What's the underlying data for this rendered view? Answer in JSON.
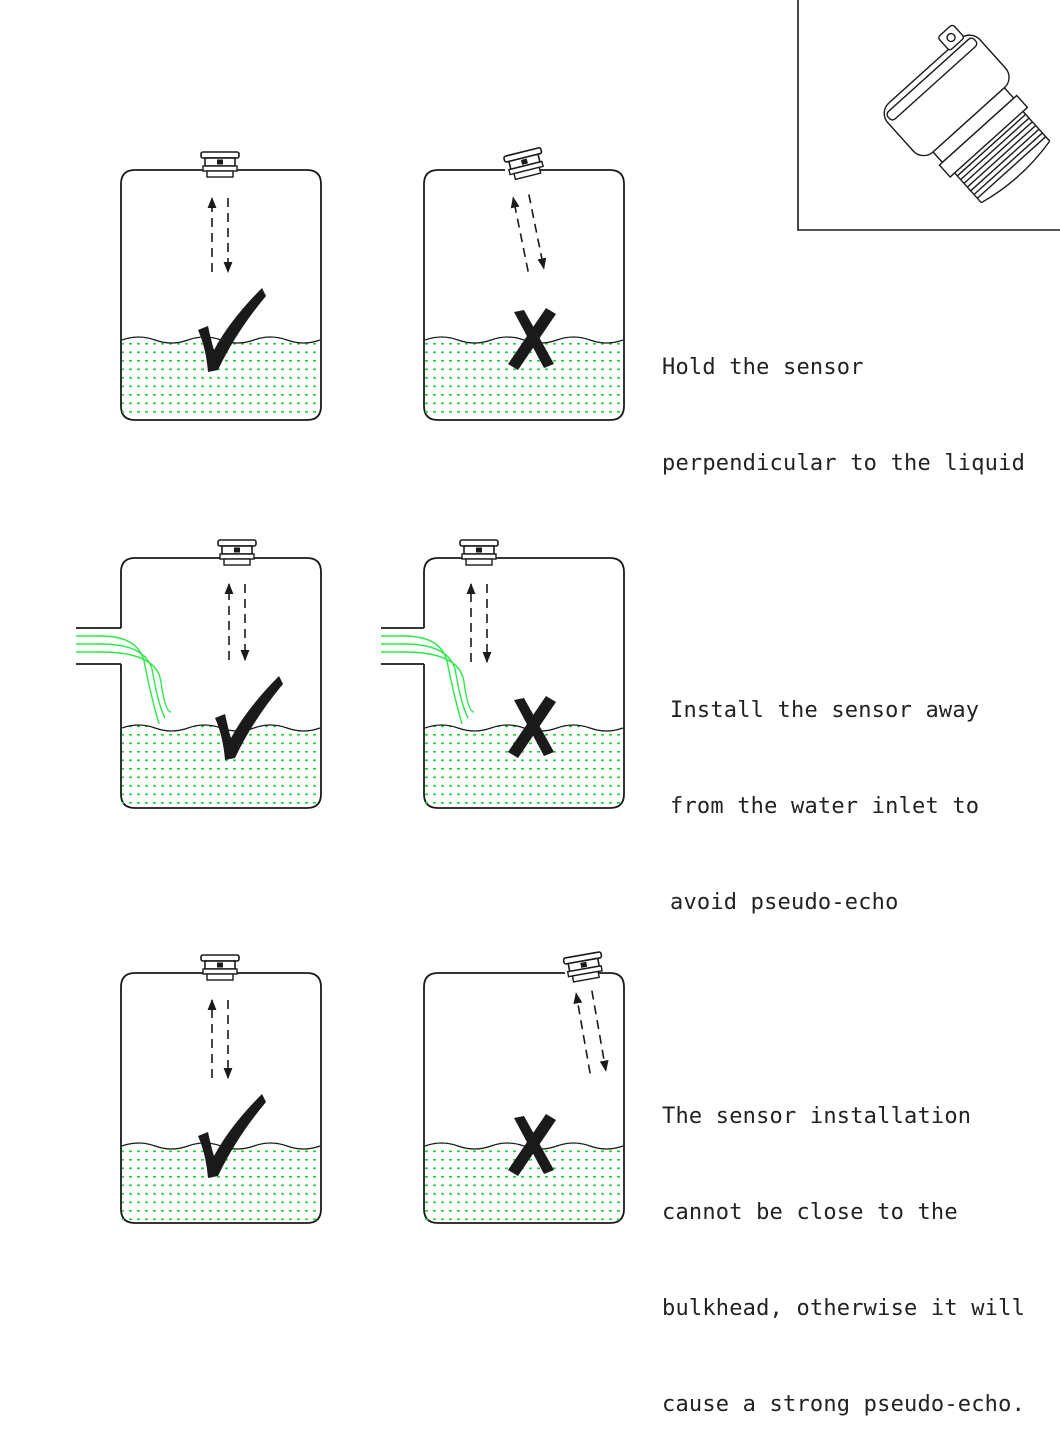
{
  "rows": [
    {
      "id": "perpendicular",
      "caption": [
        "Hold the sensor",
        "perpendicular to the liquid"
      ],
      "correct": {
        "mark": "check"
      },
      "incorrect": {
        "mark": "cross"
      }
    },
    {
      "id": "inlet",
      "caption": [
        "Install the sensor away",
        "from the water inlet to",
        "avoid pseudo-echo"
      ],
      "correct": {
        "mark": "check"
      },
      "incorrect": {
        "mark": "cross"
      }
    },
    {
      "id": "bulkhead",
      "caption": [
        "The sensor installation",
        "cannot be close to the",
        "bulkhead, otherwise it will",
        "cause a strong pseudo-echo."
      ],
      "correct": {
        "mark": "check"
      },
      "incorrect": {
        "mark": "cross"
      }
    }
  ],
  "colors": {
    "liquid_dots": "#1ed23c",
    "water_stream": "#2ee84a",
    "ink": "#1a1a1a"
  },
  "icons": [
    "sensor-product-icon",
    "check-mark-icon",
    "cross-mark-icon",
    "sensor-icon"
  ]
}
